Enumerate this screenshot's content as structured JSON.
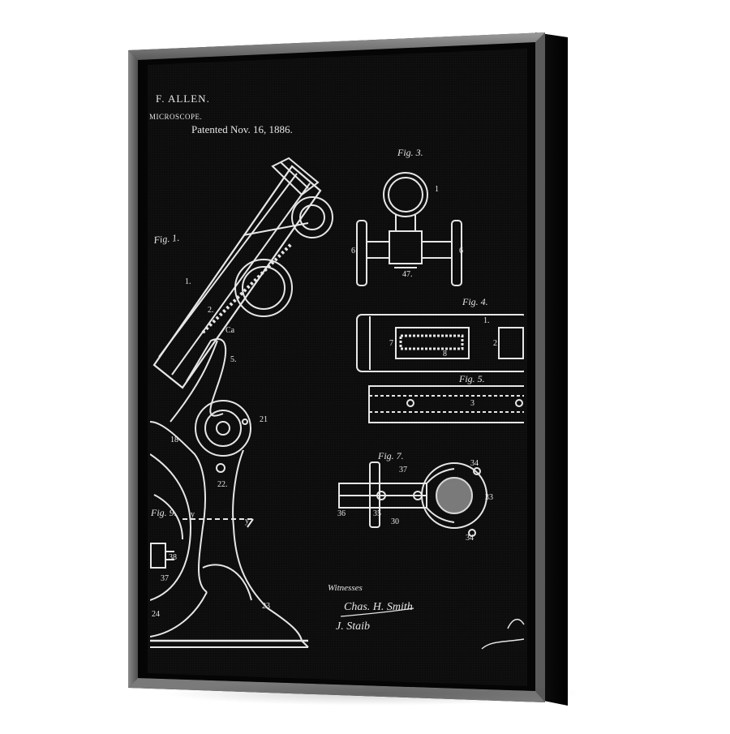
{
  "patent": {
    "inventor": "F. ALLEN.",
    "subject": "MICROSCOPE.",
    "patented": "Patented Nov. 16, 1886."
  },
  "figures": {
    "fig1": "Fig. 1.",
    "fig3": "Fig. 3.",
    "fig4": "Fig. 4.",
    "fig5": "Fig. 5.",
    "fig7": "Fig. 7.",
    "fig9": "Fig. 9."
  },
  "witnesses": {
    "heading": "Witnesses",
    "first": "Chas. H. Smith",
    "second": "J. Staib"
  },
  "colors": {
    "canvas": "#0c0c0c",
    "line": "#e6e6e6",
    "frame_outer": "#1a1a1a",
    "frame_inner": "#6e6e6e"
  }
}
